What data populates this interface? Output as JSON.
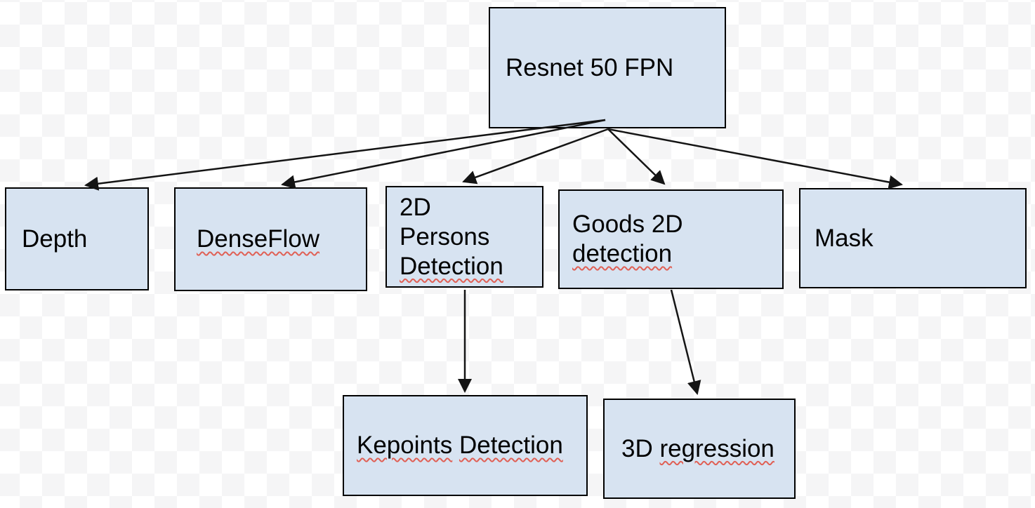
{
  "diagram": {
    "nodes": {
      "resnet": {
        "label": "Resnet 50 FPN"
      },
      "depth": {
        "label": "Depth"
      },
      "denseflow": {
        "label": "DenseFlow"
      },
      "persons2d": {
        "line1": "2D",
        "line2": "Persons",
        "line3": "Detection"
      },
      "goods2d": {
        "line1": "Goods 2D",
        "line2": "detection"
      },
      "mask": {
        "label": "Mask"
      },
      "kepoints": {
        "word1": "Kepoints",
        "word2": "Detection"
      },
      "regression3d": {
        "word1": "3D",
        "word2": "regression"
      }
    },
    "edges": [
      {
        "from": "Resnet 50 FPN",
        "to": "Depth"
      },
      {
        "from": "Resnet 50 FPN",
        "to": "DenseFlow"
      },
      {
        "from": "Resnet 50 FPN",
        "to": "2D Persons Detection"
      },
      {
        "from": "Resnet 50 FPN",
        "to": "Goods 2D detection"
      },
      {
        "from": "Resnet 50 FPN",
        "to": "Mask"
      },
      {
        "from": "2D Persons Detection",
        "to": "Kepoints Detection"
      },
      {
        "from": "Goods 2D detection",
        "to": "3D regression"
      }
    ],
    "spellcheck_marked_words": [
      "DenseFlow",
      "Detection",
      "detection",
      "Kepoints",
      "regression"
    ]
  },
  "colors": {
    "node_fill": "#d7e3f1",
    "node_border": "#000000",
    "arrow_color": "#141414",
    "squiggle_color": "#e06055",
    "checker_gray": "#f5f5f6",
    "canvas_white": "#ffffff"
  }
}
